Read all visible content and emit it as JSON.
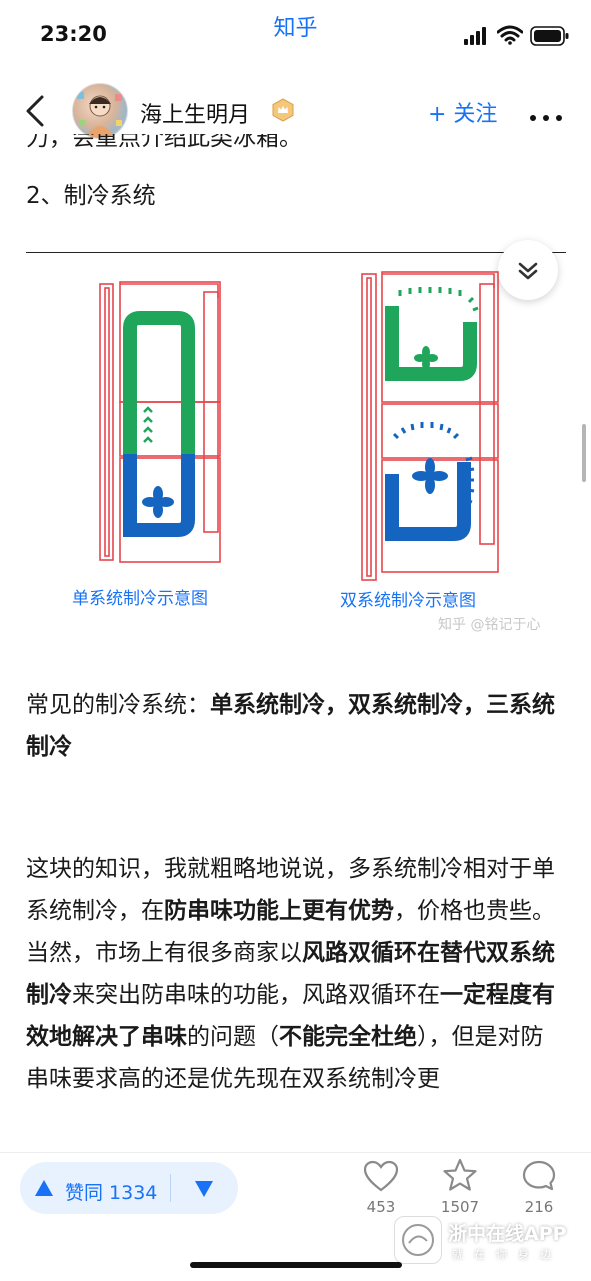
{
  "status_bar": {
    "time": "23:20",
    "app_brand": "知乎"
  },
  "header": {
    "author_name": "海上生明月",
    "follow_label": "+ 关注"
  },
  "article": {
    "cut_line": "力，会重点介绍此类冰箱。",
    "heading": "2、制冷系统",
    "figure": {
      "caption_single": "单系统制冷示意图",
      "caption_double": "双系统制冷示意图",
      "watermark": "知乎 @铭记于心"
    },
    "paragraph1": {
      "p1": "常见的制冷系统：",
      "b1": "单系统制冷，双系统制冷，三系统制冷"
    },
    "paragraph2": {
      "t1": "这块的知识，我就粗略地说说，多系统制冷相对于单系统制冷，在",
      "b1": "防串味功能上更有优势",
      "t2": "，价格也贵些。当然，市场上有很多商家以",
      "b2": "风路双循环在替代双系统制冷",
      "t3": "来突出防串味的功能，风路双循环在",
      "b3": "一定程度有效地解决了串味",
      "t4": "的问题（",
      "b4": "不能完全杜绝",
      "t5": "），但是对防串味要求高的还是优先现在双系统制冷更"
    }
  },
  "bottom_bar": {
    "vote_up_label": "赞同 1334",
    "like_count": "453",
    "favorite_count": "1507",
    "comment_count": "216"
  },
  "app_watermark": {
    "title": "浙中在线APP",
    "subtitle": "就在你身边"
  },
  "colors": {
    "accent": "#1772f6",
    "green_loop": "#1fa65a",
    "blue_loop": "#1565c0",
    "frame_red": "#e5484d"
  }
}
